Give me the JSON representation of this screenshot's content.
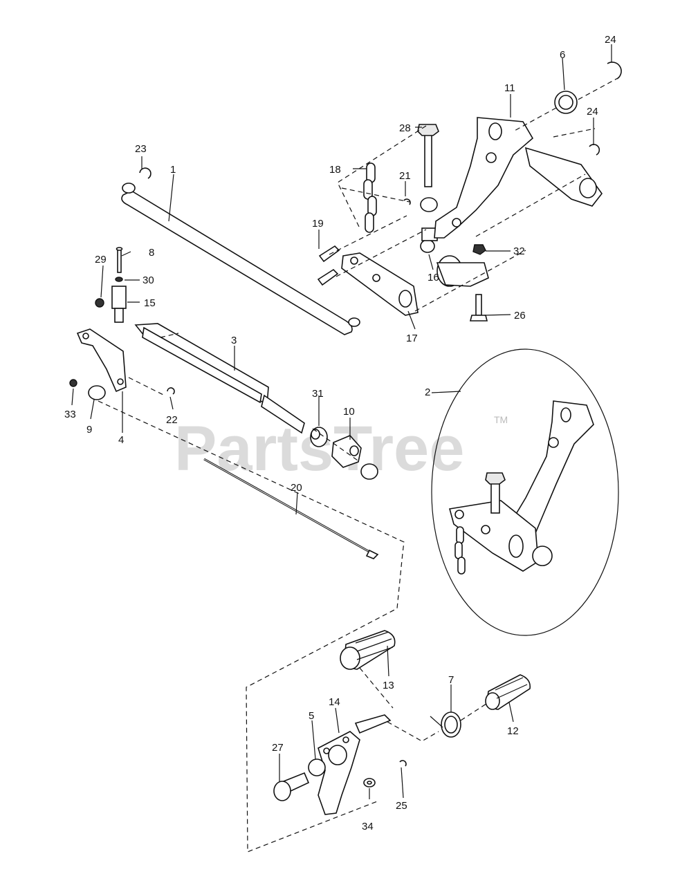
{
  "watermark": {
    "brand": "PartsTree",
    "trademark": "TM"
  },
  "callouts": {
    "c1": "1",
    "c2": "2",
    "c3": "3",
    "c4": "4",
    "c5": "5",
    "c6": "6",
    "c7": "7",
    "c8": "8",
    "c9": "9",
    "c10": "10",
    "c11": "11",
    "c12": "12",
    "c13": "13",
    "c14": "14",
    "c15": "15",
    "c16": "16",
    "c17": "17",
    "c18": "18",
    "c19": "19",
    "c20": "20",
    "c21": "21",
    "c22": "22",
    "c23": "23",
    "c24a": "24",
    "c24b": "24",
    "c25": "25",
    "c26": "26",
    "c27": "27",
    "c28": "28",
    "c29": "29",
    "c30": "30",
    "c31": "31",
    "c32": "32",
    "c33": "33",
    "c34": "34"
  }
}
